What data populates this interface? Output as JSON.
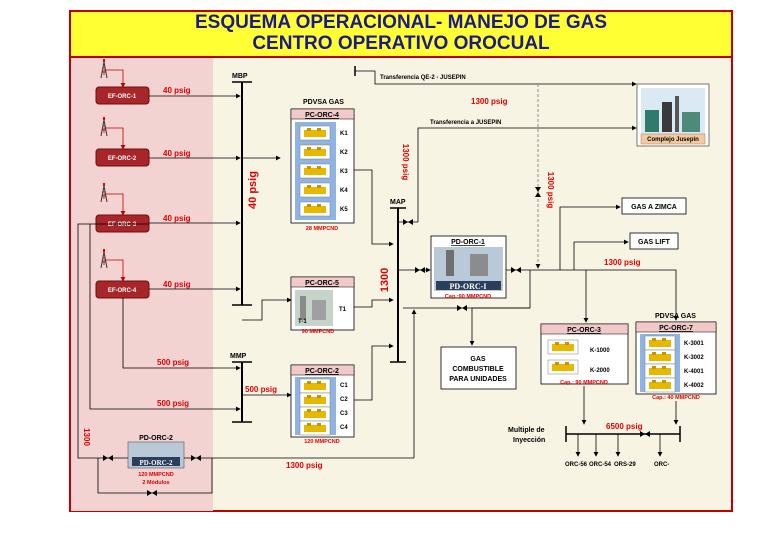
{
  "title": {
    "line1": "ESQUEMA OPERACIONAL- MANEJO DE GAS",
    "line2": "CENTRO OPERATIVO OROCUAL"
  },
  "wells": [
    {
      "label": "EF-ORC-1",
      "pressure": "40 psig"
    },
    {
      "label": "EF-ORC-2",
      "pressure": "40 psig"
    },
    {
      "label": "EF-ORC-3",
      "pressure": "40 psig"
    },
    {
      "label": "EF-ORC-4",
      "pressure": "40 psig"
    }
  ],
  "headers": {
    "mbp": "MBP",
    "mbp_pressure": "40 psig",
    "mmp": "MMP",
    "map": "MAP",
    "map_pressure": "1300"
  },
  "pc_orc4": {
    "owner": "PDVSA GAS",
    "label": "PC-ORC-4",
    "units": [
      "K1",
      "K2",
      "K3",
      "K4",
      "K5"
    ],
    "capacity": "28 MMPCND"
  },
  "pc_orc5": {
    "label": "PC-ORC-5",
    "units": [
      "T1"
    ],
    "photo_tag": "T-1",
    "capacity": "90 MMPCND"
  },
  "pc_orc2": {
    "label": "PC-ORC-2",
    "units": [
      "C1",
      "C2",
      "C3",
      "C4"
    ],
    "capacity": "120 MMPCND"
  },
  "pd_orc1": {
    "label": "PD-ORC-1",
    "plate": "PD-ORC-I",
    "capacity": "Cap.:90 MMPCND"
  },
  "pc_orc3": {
    "label": "PC-ORC-3",
    "units": [
      "K-1000",
      "K-2000"
    ],
    "capacity": "Cap.: 90 MMPCND"
  },
  "pc_orc7": {
    "owner": "PDVSA GAS",
    "label": "PC-ORC-7",
    "units": [
      "K-3001",
      "K-3002",
      "K-4001",
      "K-4002"
    ],
    "capacity": "Cap.: 40 MMPCND"
  },
  "pd_orc2": {
    "label": "PD-ORC-2",
    "plate": "PD-ORC-2",
    "capacity": "120 MMPCND",
    "modules": "2 Módulos"
  },
  "destinations": {
    "transfer_qe2": "Transferencia  QE-2 - JUSEPIN",
    "transfer_jusepin": "Transferencia a JUSEPIN",
    "complejo": "Complejo Jusepin",
    "gas_zimca": "GAS A ZIMCA",
    "gas_lift": "GAS LIFT",
    "gas_combustible": [
      "GAS",
      "COMBUSTIBLE",
      "PARA UNIDADES"
    ]
  },
  "pressures": {
    "p1300_top": "1300 psig",
    "p1300_vert": "1300 psig",
    "p1300_vert2": "1300 psig",
    "p1300_right": "1300 psig",
    "p500_a": "500 psig",
    "p500_b": "500 psig",
    "p500_c": "500 psig",
    "p1300_bottom": "1300 psig",
    "p1300_left": "1300",
    "p6500": "6500 psig"
  },
  "manifold": {
    "label_line1": "Multiple de",
    "label_line2": "Inyección",
    "outlets": [
      "ORC-56",
      "ORC-54",
      "ORS-29",
      "ORC-"
    ]
  },
  "colors": {
    "title_text": "#1a1a8c",
    "title_bg": "#ffff33",
    "border": "#c00000",
    "pressure_text": "#e00000",
    "left_panel": "#f3d2d2",
    "compressor_blue": "#8fb4e3",
    "well_box": "#a8262a"
  }
}
